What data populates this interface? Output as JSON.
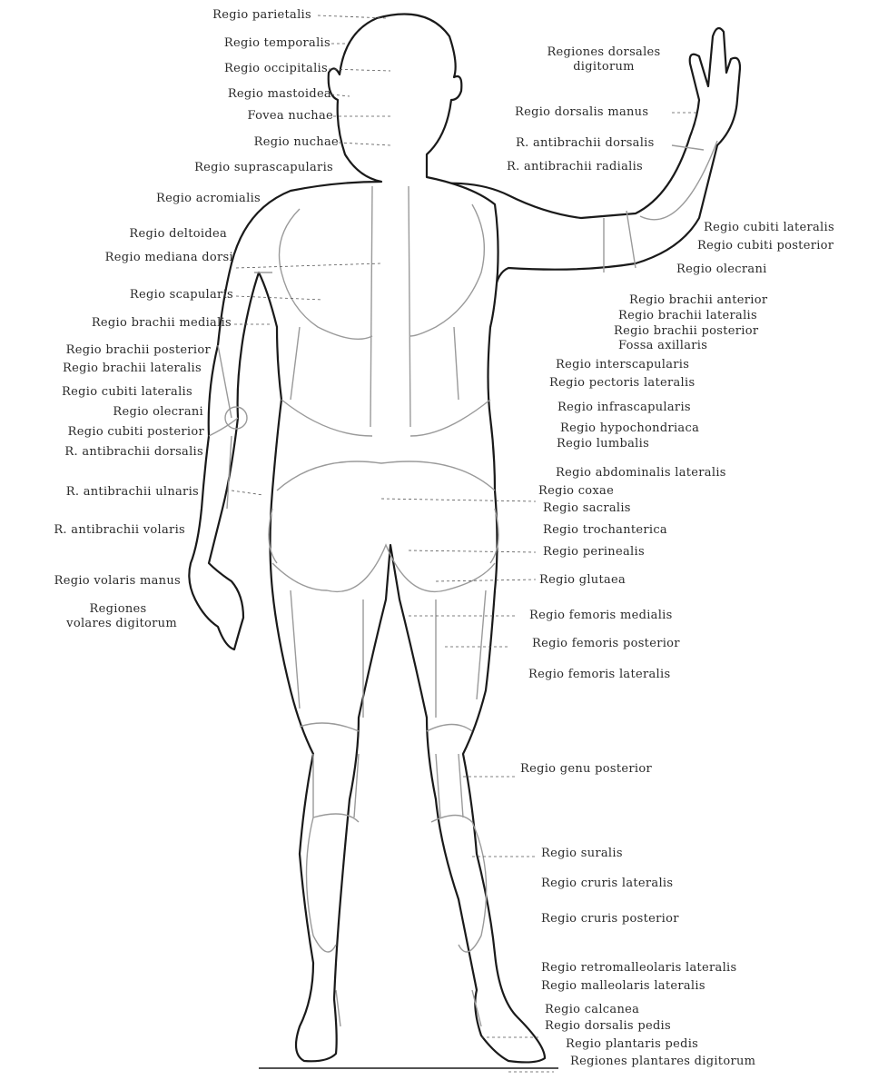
{
  "labels_left": [
    "Regio parietalis",
    "Regio temporalis",
    "Regio occipitalis",
    "Regio mastoidea",
    "Fovea nuchae",
    "Regio nuchae",
    "Regio suprascapularis",
    "Regio acromialis",
    "Regio deltoidea",
    "Regio mediana dorsi",
    "Regio scapularis",
    "Regio brachii medialis",
    "Regio brachii posterior",
    "Regio brachii lateralis",
    "Regio cubiti lateralis",
    "Regio olecrani",
    "Regio cubiti posterior",
    "R. antibrachii dorsalis",
    "R. antibrachii ulnaris",
    "R. antibrachii volaris",
    "Regio volaris manus",
    "Regiones",
    "volares digitorum"
  ],
  "labels_right": [
    "Regiones dorsales",
    "digitorum",
    "Regio dorsalis manus",
    "R. antibrachii dorsalis",
    "R. antibrachii radialis",
    "Regio cubiti lateralis",
    "Regio cubiti posterior",
    "Regio olecrani",
    "Regio brachii anterior",
    "Regio brachii lateralis",
    "Regio brachii posterior",
    "Fossa axillaris",
    "Regio interscapularis",
    "Regio pectoris lateralis",
    "Regio infrascapularis",
    "Regio hypochondriaca",
    "Regio lumbalis",
    "Regio abdominalis lateralis",
    "Regio coxae",
    "Regio sacralis",
    "Regio trochanterica",
    "Regio perinealis",
    "Regio glutaea",
    "Regio femoris medialis",
    "Regio femoris posterior",
    "Regio femoris lateralis",
    "Regio genu posterior",
    "Regio suralis",
    "Regio cruris lateralis",
    "Regio cruris posterior",
    "Regio retromalleolaris lateralis",
    "Regio malleolaris lateralis",
    "Regio calcanea",
    "Regio dorsalis pedis",
    "Regio plantaris pedis",
    "Regiones plantares digitorum"
  ]
}
